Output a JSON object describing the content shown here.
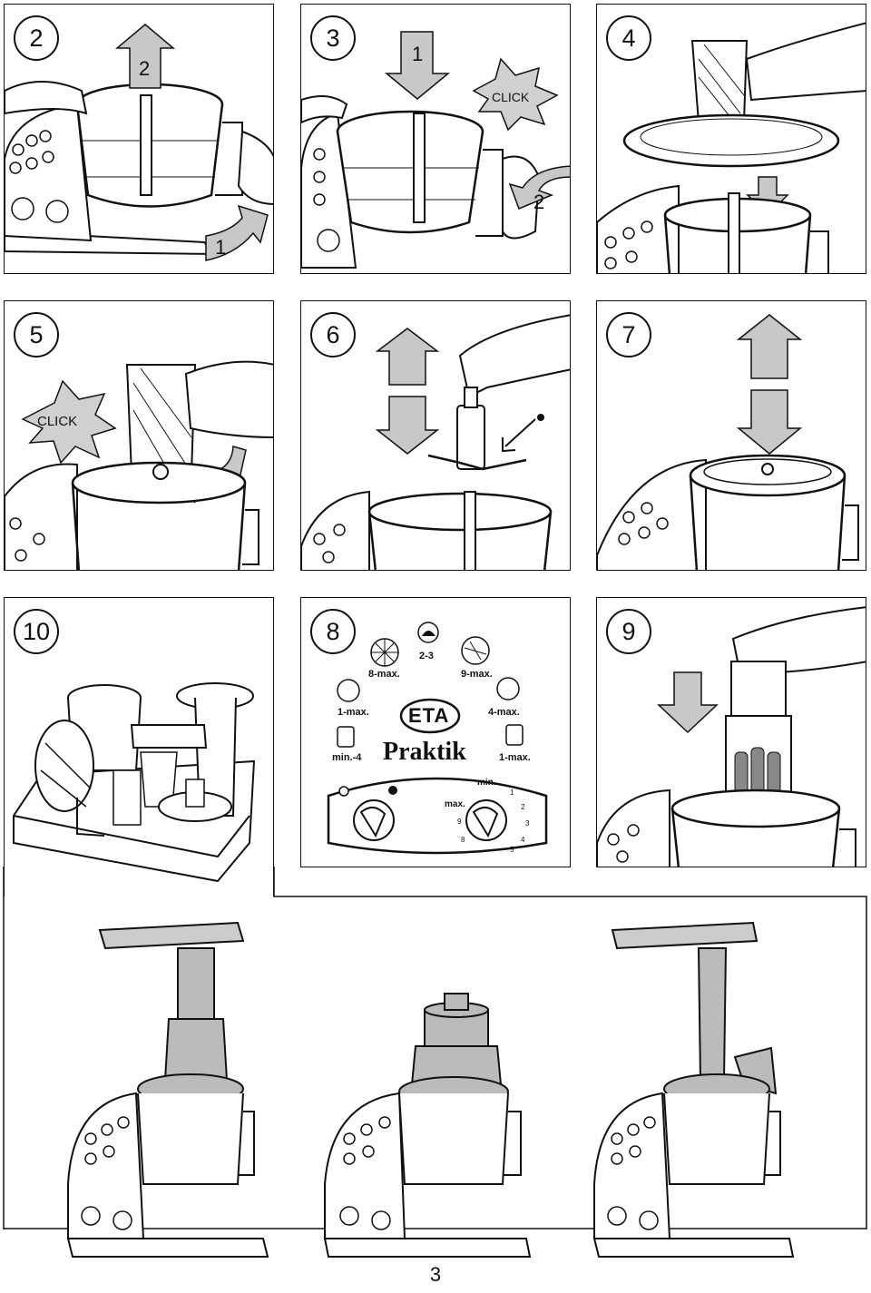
{
  "page_number": "3",
  "panels": [
    {
      "id": "p2",
      "step": "2",
      "arrow_labels": [
        "2",
        "1"
      ]
    },
    {
      "id": "p3",
      "step": "3",
      "arrow_labels": [
        "1",
        "2"
      ],
      "burst": "CLICK"
    },
    {
      "id": "p4",
      "step": "4"
    },
    {
      "id": "p5",
      "step": "5",
      "burst": "CLICK"
    },
    {
      "id": "p6",
      "step": "6"
    },
    {
      "id": "p7",
      "step": "7"
    },
    {
      "id": "p10",
      "step": "10"
    },
    {
      "id": "p8",
      "step": "8"
    },
    {
      "id": "p9",
      "step": "9"
    }
  ],
  "control_panel": {
    "brand": "ETA",
    "model": "Praktik",
    "speeds": {
      "grater_top": "2-3",
      "disc_left": "8-max.",
      "disc_right": "9-max.",
      "blade_left": "1-max.",
      "blade_right": "4-max.",
      "jug_left": "min.-4",
      "jug_right": "1-max."
    },
    "dial": {
      "min": "min.",
      "max": "max.",
      "ticks": [
        "1",
        "2",
        "3",
        "4",
        "5",
        "8",
        "9"
      ]
    }
  },
  "colors": {
    "arrow_fill": "#c8c8c8",
    "ink": "#111111",
    "burst_fill": "#d0d0d0"
  }
}
